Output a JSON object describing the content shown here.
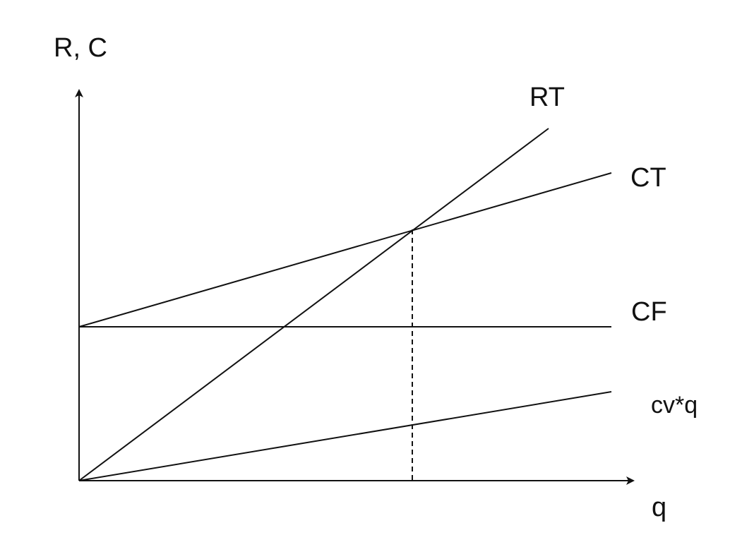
{
  "labels": {
    "y_axis": "R, C",
    "x_axis": "q",
    "rt": "RT",
    "ct": "CT",
    "cf": "CF",
    "cvq": "cv*q"
  },
  "colors": {
    "ink": "#111111",
    "background": "#ffffff"
  }
}
